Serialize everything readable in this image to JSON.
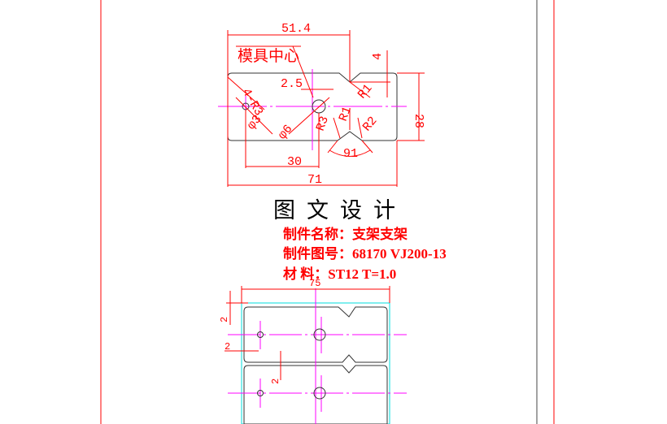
{
  "drawing": {
    "top_view": {
      "dims": {
        "d51_4": "51.4",
        "d4": "4",
        "d2_5": "2.5",
        "r3": "4-R3",
        "r1_top": "R1",
        "d28": "28",
        "phi3": "φ3",
        "phi6": "φ6",
        "r3b": "R3",
        "r1b": "R1",
        "r2": "R2",
        "d91": "91",
        "d30": "30",
        "d71": "71"
      },
      "mold_center_label": "模具中心"
    },
    "title": "图文设计",
    "info": {
      "part_name": "制件名称：支架支架",
      "part_number": "制件图号：68170 VJ200-13",
      "material": "材    料：ST12 T=1.0"
    },
    "layout_view": {
      "d75": "75",
      "d2a": "2",
      "d2b": "2",
      "d2c": "2"
    },
    "colors": {
      "dimension": "#ff0000",
      "centerline": "#ff00ff",
      "outline": "#333333",
      "strip": "#00dddd"
    }
  }
}
